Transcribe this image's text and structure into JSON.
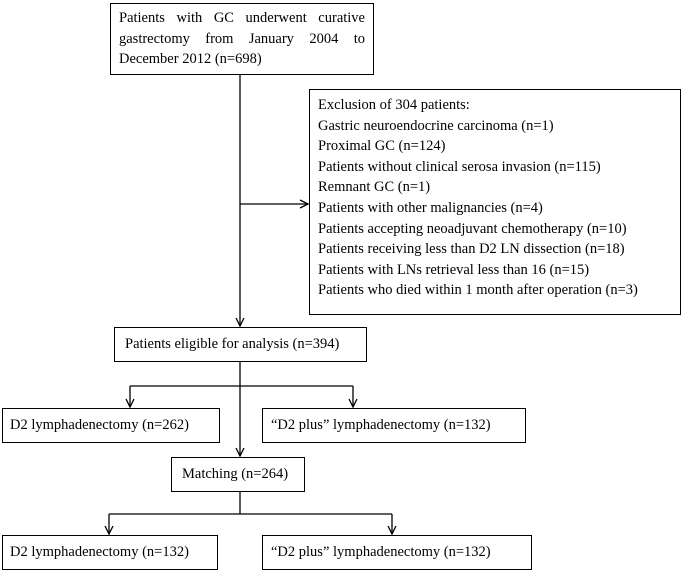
{
  "flow": {
    "top_box": {
      "lines": [
        "Patients with GC underwent curative",
        "gastrectomy from January 2004 to",
        "December 2012 (n=698)"
      ]
    },
    "exclusion_box": {
      "lines": [
        "Exclusion of 304 patients:",
        "Gastric neuroendocrine carcinoma (n=1)",
        "Proximal GC (n=124)",
        "Patients without clinical serosa invasion (n=115)",
        "Remnant GC (n=1)",
        "Patients with other malignancies (n=4)",
        "Patients accepting neoadjuvant chemotherapy (n=10)",
        "Patients receiving less than D2 LN dissection (n=18)",
        "Patients with LNs retrieval less than 16 (n=15)",
        "Patients who died within 1 month after operation (n=3)"
      ]
    },
    "eligible_box": {
      "text": "Patients eligible for analysis (n=394)"
    },
    "d2_box_before": {
      "text": "D2 lymphadenectomy (n=262)"
    },
    "d2plus_box_before": {
      "text": "“D2 plus” lymphadenectomy (n=132)"
    },
    "matching_box": {
      "text": "Matching (n=264)"
    },
    "d2_box_after": {
      "text": "D2 lymphadenectomy (n=132)"
    },
    "d2plus_box_after": {
      "text": "“D2 plus” lymphadenectomy (n=132)"
    }
  }
}
